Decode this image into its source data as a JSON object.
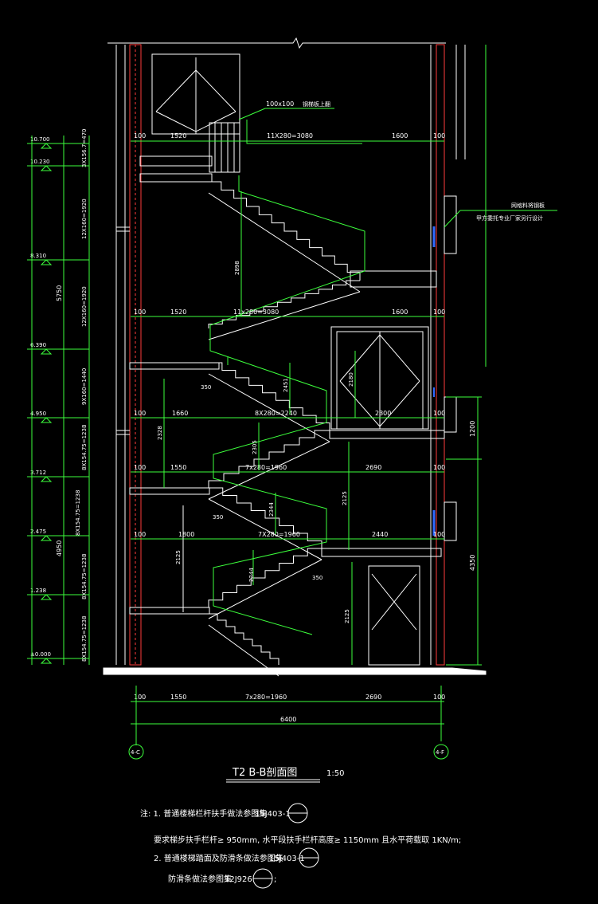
{
  "title": "T2  B-B剖面图",
  "scale": "1:50",
  "elevations": [
    "10.700",
    "10.230",
    "8.310",
    "6.390",
    "4.950",
    "3.712",
    "2.475",
    "1.238",
    "±0.000"
  ],
  "vertical_dims": [
    "3X156.7=470",
    "12X160=1920",
    "12X160=1920",
    "9X160=1440",
    "8X154.75=1238",
    "8X154.75=1238",
    "8X154.75=1238",
    "8X154.75=1238"
  ],
  "total_dims": {
    "upper": "5750",
    "lower": "4950"
  },
  "right_dims": [
    "1200",
    "4350"
  ],
  "axes": [
    "4-C",
    "4-F"
  ],
  "bottom_dims": [
    "100",
    "1550",
    "7x280=1960",
    "2690",
    "100"
  ],
  "overall_width": "6400",
  "floor_rows": [
    [
      "100",
      "1520",
      "11X280=3080",
      "1600",
      "100"
    ],
    [
      "100",
      "1520",
      "11x280=3080",
      "1600",
      "100"
    ],
    [
      "100",
      "1660",
      "8X280=2240",
      "2300",
      "100"
    ],
    [
      "100",
      "1550",
      "7x280=1960",
      "2690",
      "100"
    ],
    [
      "100",
      "1800",
      "7X280=1960",
      "2440",
      "100"
    ]
  ],
  "callouts": {
    "detail_top": "100x100",
    "detail_top_note": "钢梯板上翻",
    "roof_note_1": "网格料将钢板",
    "roof_note_2": "甲方委托专业厂家另行设计"
  },
  "inner_dims": [
    "2898",
    "2180",
    "350",
    "2451",
    "2328",
    "2305",
    "2125",
    "2344",
    "350",
    "2125",
    "2344",
    "350",
    "2125"
  ],
  "notes": {
    "n1": "注: 1. 普通楼梯栏杆扶手做法参图集",
    "n1_ref": "15J403-1",
    "n2": "要求梯步扶手栏杆≥  950mm, 水平段扶手栏杆高度≥  1150mm  且水平荷载取  1KN/m;",
    "n3": "2. 普通楼梯踏面及防滑条做法参图集",
    "n3_ref": "15J403-1",
    "n4": "防滑条做法参图集",
    "n4_ref": "12J926",
    "n4_tail": ";"
  }
}
